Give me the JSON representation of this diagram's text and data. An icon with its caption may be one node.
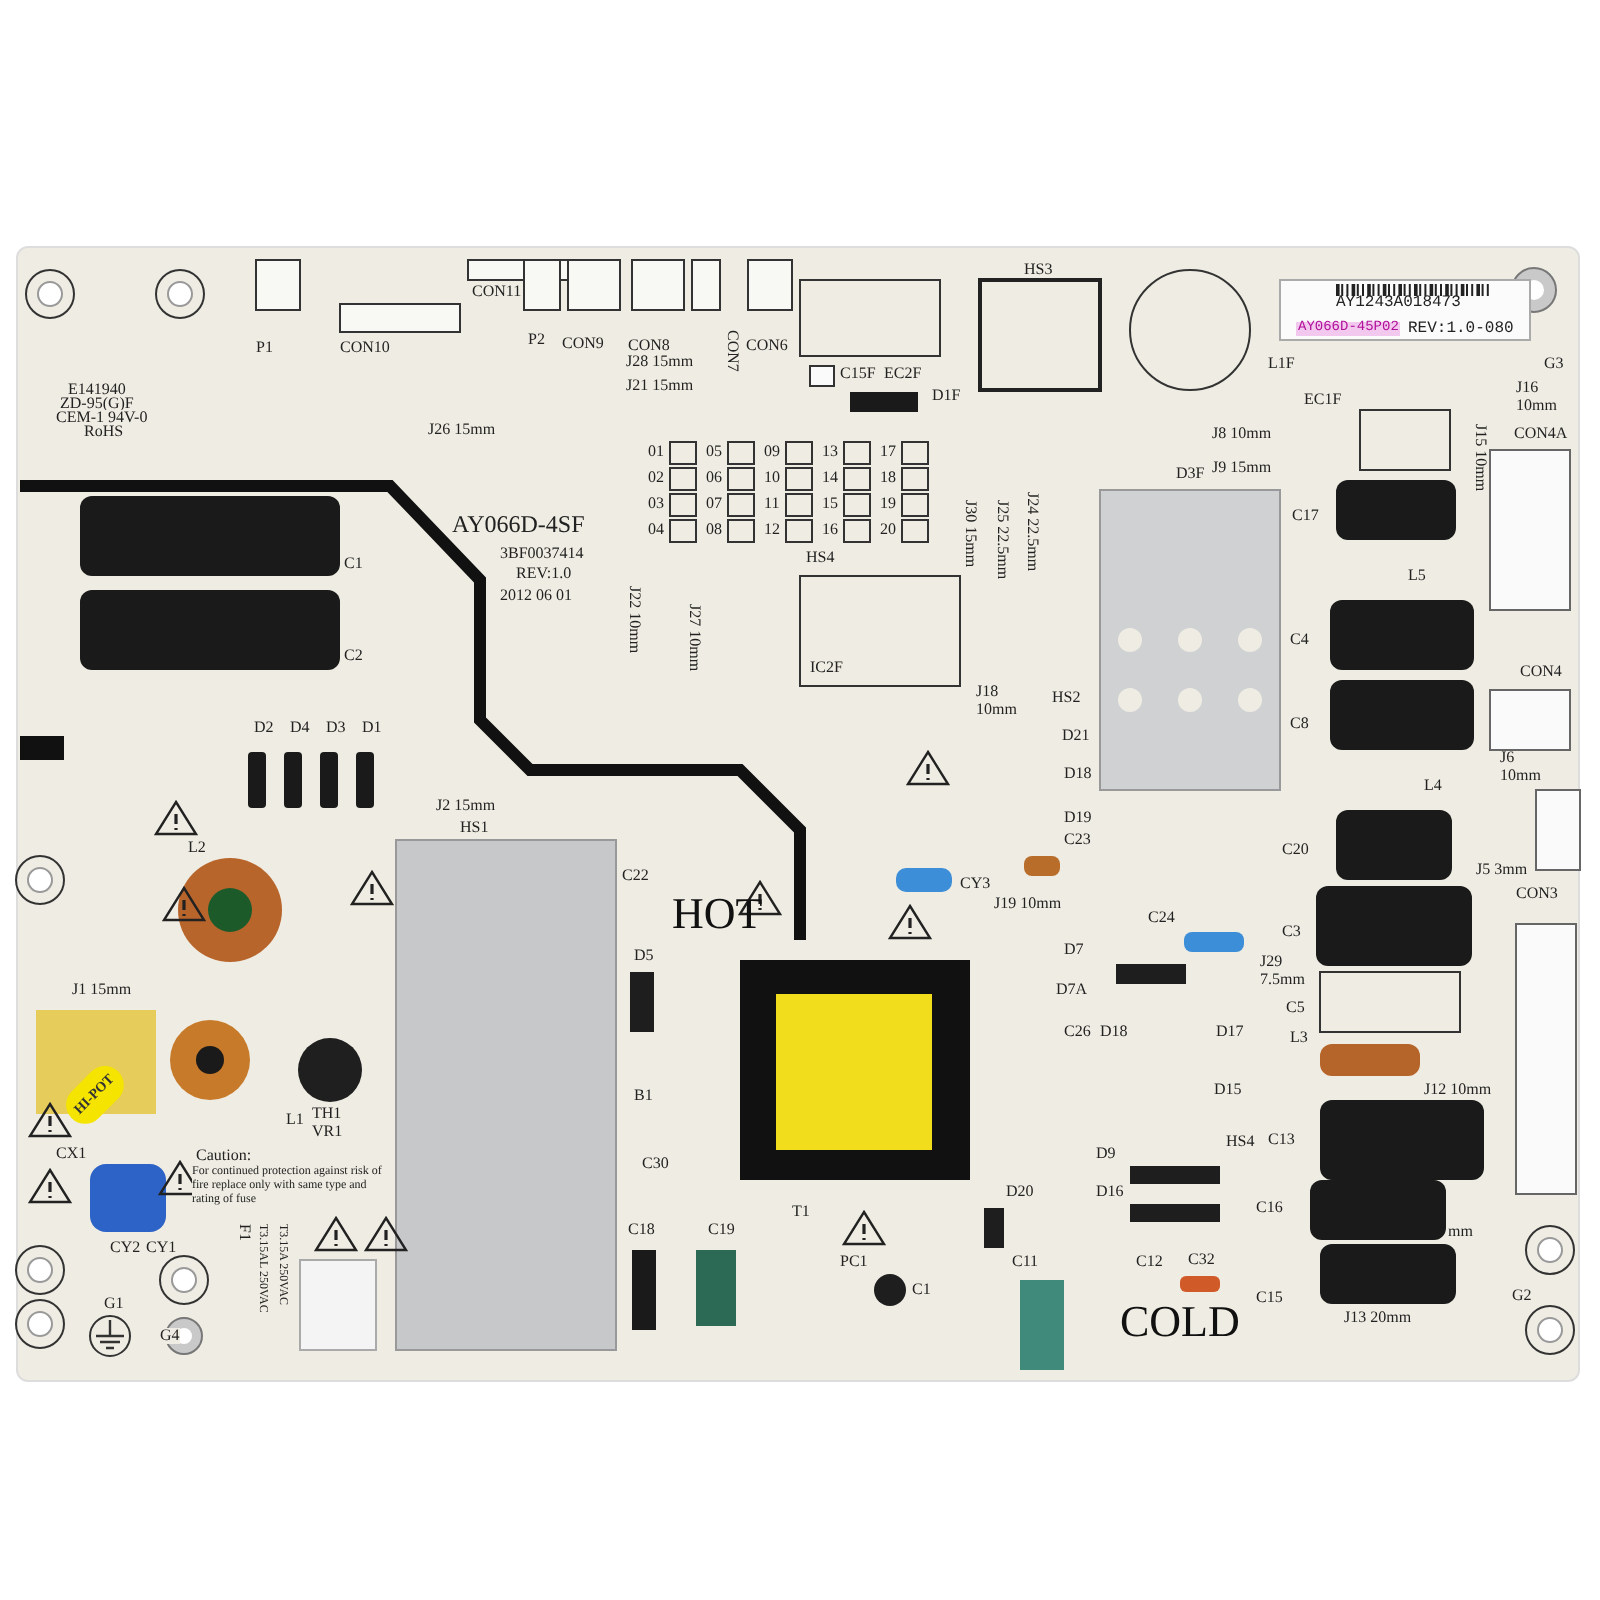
{
  "diagram": {
    "labels": [
      "P1",
      "CON10",
      "CON11",
      "P2",
      "CON9",
      "CON8",
      "CON7",
      "CON6",
      "J28 15mm",
      "J21 15mm",
      "HS3",
      "AY1243A018473",
      "AY066D-45P02",
      "REV:1.0-080",
      "C15F",
      "EC2F",
      "L1F",
      "G3",
      "E141940",
      "ZD-95(G)F",
      "CEM-1 94V-0",
      "RoHS",
      "D1F",
      "J16 10mm",
      "EC1F",
      "J26 15mm",
      "J8 10mm",
      "J15 10mm",
      "CON4A",
      "J9 15mm",
      "D3F",
      "01",
      "05",
      "09",
      "13",
      "17",
      "02",
      "06",
      "10",
      "14",
      "18",
      "03",
      "07",
      "11",
      "15",
      "19",
      "04",
      "08",
      "12",
      "16",
      "20",
      "AY066D-4SF",
      "C1",
      "C17",
      "J30 15mm",
      "J25 22.5mm",
      "J24 22.5mm",
      "3BF0037414",
      "HS4",
      "REV:1.0",
      "L5",
      "2012 06 01",
      "J22 10mm",
      "J27 10mm",
      "C4",
      "C2",
      "IC2F",
      "CON4",
      "J18 10mm",
      "HS2",
      "D2",
      "D4",
      "D3",
      "D1",
      "C8",
      "D21",
      "J6 10mm",
      "D18",
      "L4",
      "J2 15mm",
      "D19",
      "HS1",
      "L2",
      "C23",
      "C20",
      "J5 3mm",
      "C22",
      "CY3",
      "CON3",
      "J19 10mm",
      "HOT",
      "C3",
      "D7",
      "C24",
      "J29 7.5mm",
      "D5",
      "J1 15mm",
      "D7A",
      "C5",
      "C26",
      "D18",
      "D17",
      "L3",
      "HI-POT",
      "B1",
      "D15",
      "J12 10mm",
      "L1",
      "TH1",
      "VR1",
      "CX1",
      "Caution:",
      "D9",
      "HS4",
      "C13",
      "For continued protection against risk of fire replace only with same type and rating of fuse",
      "C30",
      "D20",
      "D16",
      "C16",
      "mm",
      "T1",
      "F1",
      "T3.15AL 250VAC",
      "T3.15A 250VAC",
      "C18",
      "C19",
      "PC1",
      "C11",
      "C12",
      "C32",
      "CY2",
      "CY1",
      "C1",
      "COLD",
      "C15",
      "G1",
      "G2",
      "J13 20mm",
      "G4"
    ]
  }
}
